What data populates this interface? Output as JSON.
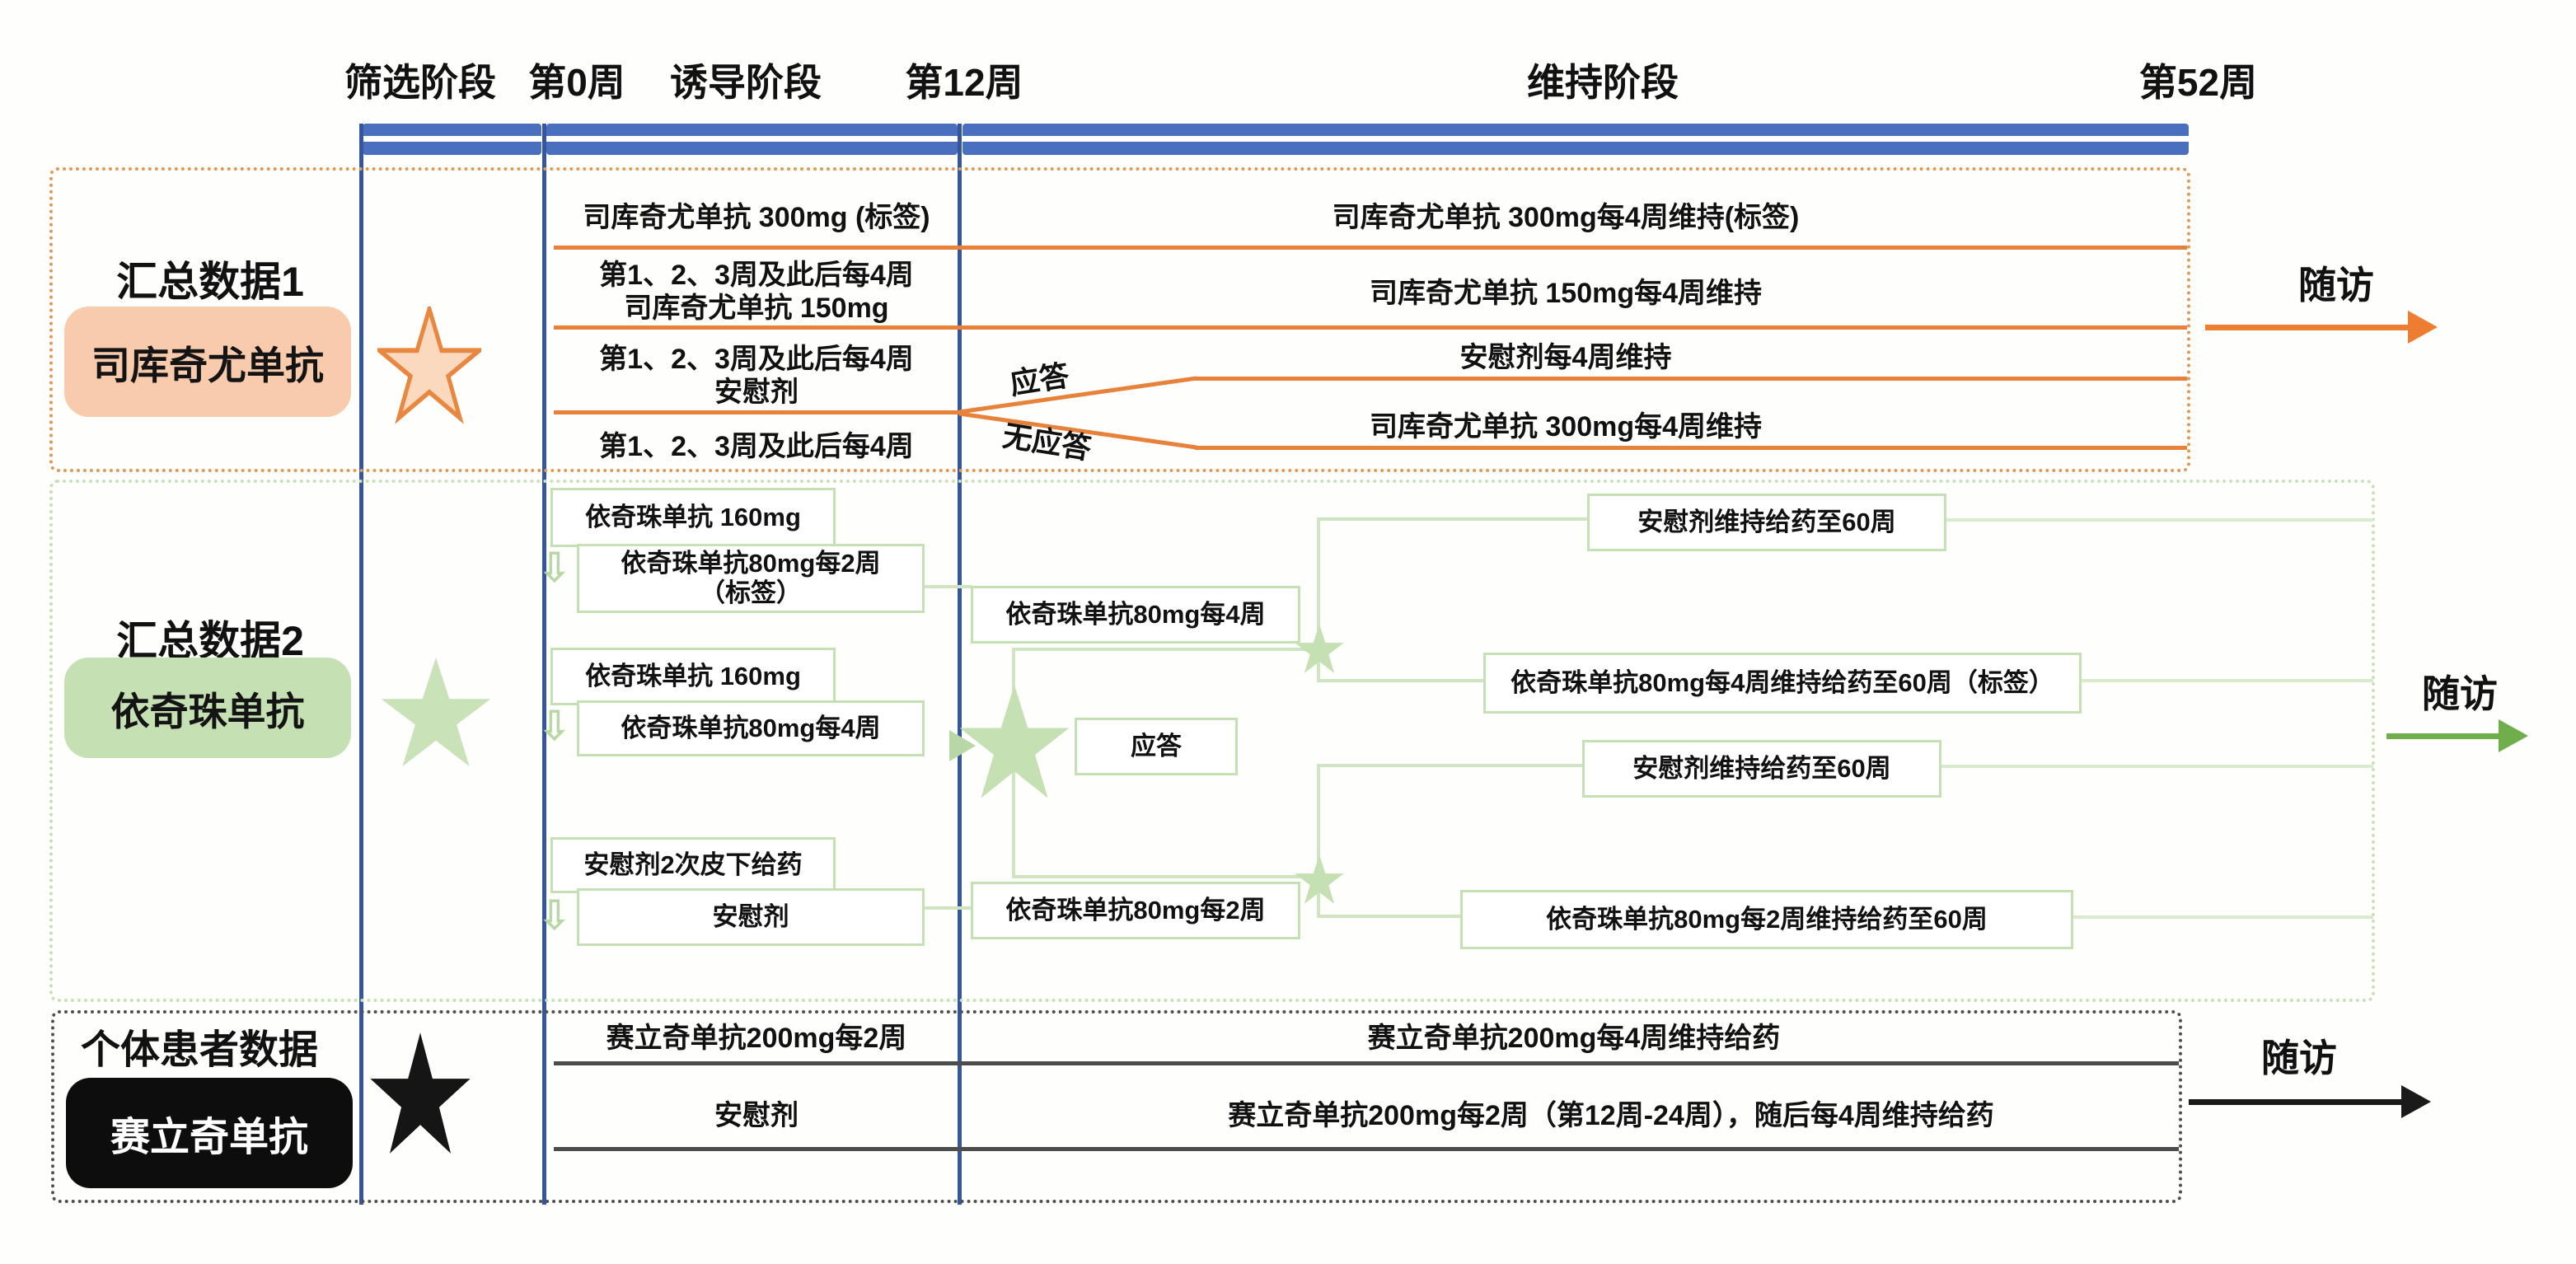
{
  "colors": {
    "orange": "#ED7D31",
    "orange_light": "#F8CBAD",
    "green": "#6FAE4B",
    "green_light": "#C5E0B3",
    "blue_bar": "#4472C4",
    "blue_line": "#35569F",
    "black": "#1A1A1A",
    "gray_line": "#4D4D4D"
  },
  "header": {
    "screening": "筛选阶段",
    "week0": "第0周",
    "induction": "诱导阶段",
    "week12": "第12周",
    "maintenance": "维持阶段",
    "week52": "第52周"
  },
  "section1": {
    "title": "汇总数据1",
    "drug": "司库奇尤单抗",
    "followup": "随访",
    "responder": "应答",
    "non_responder": "无应答",
    "induction_rows": [
      "司库奇尤单抗 300mg (标签)",
      "第1、2、3周及此后每4周\n司库奇尤单抗 150mg",
      "第1、2、3周及此后每4周\n安慰剂",
      "第1、2、3周及此后每4周"
    ],
    "maintenance_rows": [
      "司库奇尤单抗 300mg每4周维持(标签)",
      "司库奇尤单抗 150mg每4周维持",
      "安慰剂每4周维持",
      "司库奇尤单抗 300mg每4周维持"
    ]
  },
  "section2": {
    "title": "汇总数据2",
    "drug": "依奇珠单抗",
    "followup": "随访",
    "responder": "应答",
    "induction_boxes": [
      "依奇珠单抗 160mg",
      "依奇珠单抗80mg每2周\n（标签）",
      "依奇珠单抗 160mg",
      "依奇珠单抗80mg每4周",
      "安慰剂2次皮下给药",
      "安慰剂"
    ],
    "week12_boxes": [
      "依奇珠单抗80mg每4周",
      "依奇珠单抗80mg每2周"
    ],
    "maintenance_boxes": [
      "安慰剂维持给药至60周",
      "依奇珠单抗80mg每4周维持给药至60周（标签）",
      "安慰剂维持给药至60周",
      "依奇珠单抗80mg每2周维持给药至60周"
    ]
  },
  "section3": {
    "title": "个体患者数据",
    "drug": "赛立奇单抗",
    "followup": "随访",
    "rows": [
      {
        "induction": "赛立奇单抗200mg每2周",
        "maintenance": "赛立奇单抗200mg每4周维持给药"
      },
      {
        "induction": "安慰剂",
        "maintenance": "赛立奇单抗200mg每2周（第12周-24周），随后每4周维持给药"
      }
    ]
  }
}
